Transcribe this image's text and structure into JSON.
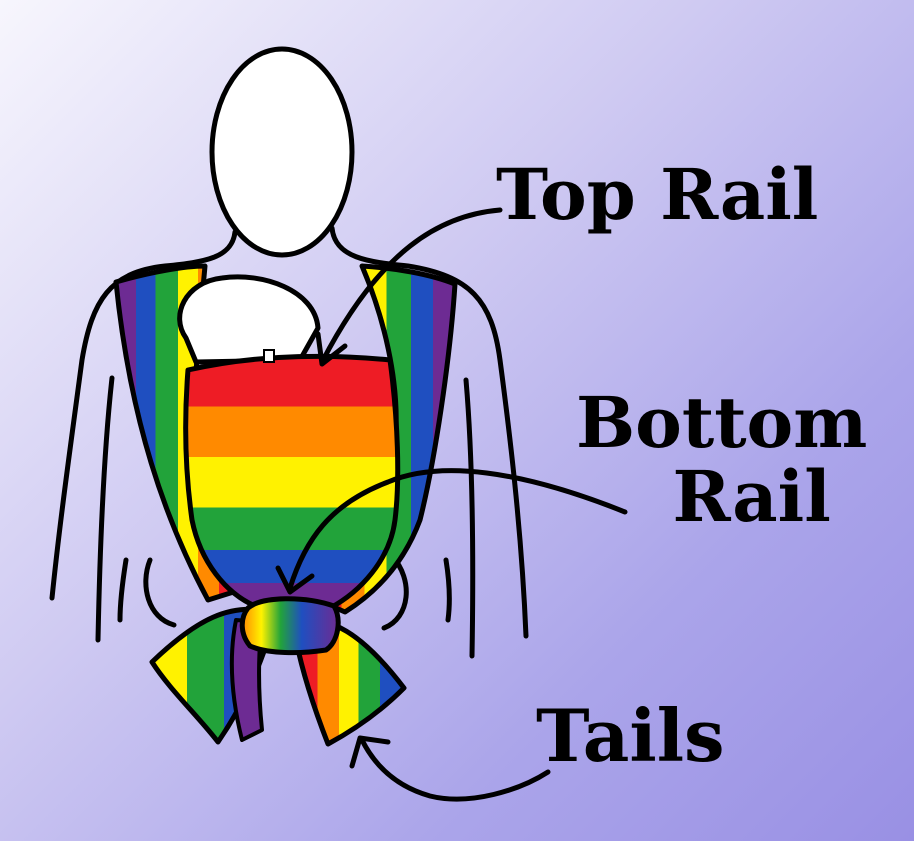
{
  "labels": {
    "top_rail": "Top Rail",
    "bottom_rail_line1": "Bottom",
    "bottom_rail_line2": "Rail",
    "tails": "Tails"
  },
  "colors": {
    "outline": "#000000",
    "body_fill": "#ffffff",
    "background_light": "#f7f6fd",
    "background_dark": "#9990e4",
    "rainbow": [
      "#ee1c25",
      "#ff8a00",
      "#fff200",
      "#22a33a",
      "#1f4fc0",
      "#6d2b93"
    ]
  }
}
